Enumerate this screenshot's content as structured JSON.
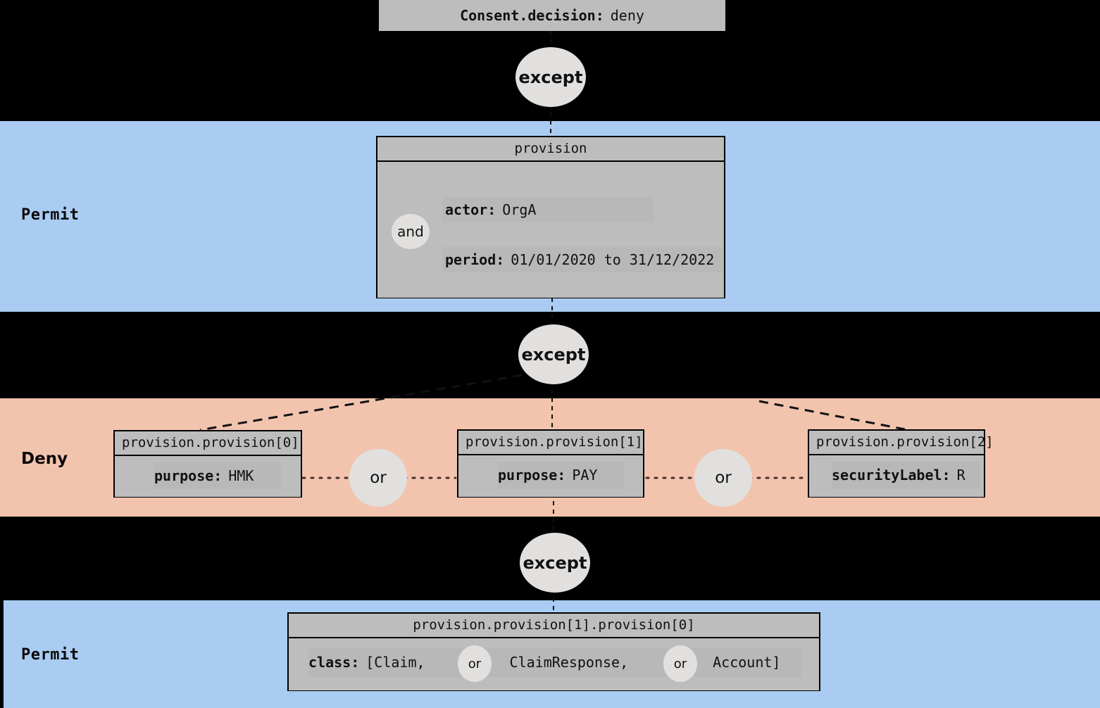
{
  "diagram": {
    "title_node": {
      "key": "Consent.decision:",
      "value": "deny"
    },
    "bands": [
      {
        "label": "Permit",
        "color": "#aaccf2",
        "kind": "permit"
      },
      {
        "label": "Deny",
        "color": "#f2c4ae",
        "kind": "deny"
      },
      {
        "label": "Permit",
        "color": "#aaccf2",
        "kind": "permit"
      }
    ],
    "connectors": {
      "except": "except",
      "or": "or",
      "and": "and"
    },
    "nodes": {
      "provision": {
        "header": "provision",
        "attributes": [
          {
            "key": "actor:",
            "value": "OrgA"
          },
          {
            "key": "period:",
            "value": "01/01/2020 to 31/12/2022"
          }
        ],
        "junction": "and"
      },
      "provision_0": {
        "header": "provision.provision[0]",
        "attributes": [
          {
            "key": "purpose:",
            "value": "HMK"
          }
        ]
      },
      "provision_1": {
        "header": "provision.provision[1]",
        "attributes": [
          {
            "key": "purpose:",
            "value": "PAY"
          }
        ]
      },
      "provision_2": {
        "header": "provision.provision[2]",
        "attributes": [
          {
            "key": "securityLabel:",
            "value": "R"
          }
        ]
      },
      "provision_1_0": {
        "header": "provision.provision[1].provision[0]",
        "class_attr": {
          "key": "class:",
          "open": "[Claim,",
          "mid": "ClaimResponse,",
          "close": "Account]",
          "or1": "or",
          "or2": "or"
        }
      }
    },
    "colors": {
      "permit_band": "#aaccf2",
      "deny_band": "#f2c4ae",
      "node_fill": "#bdbdbd",
      "attr_fill": "#b8b8b8",
      "bubble_fill": "#e2e0de",
      "background": "#000000",
      "stroke": "#000000"
    }
  }
}
